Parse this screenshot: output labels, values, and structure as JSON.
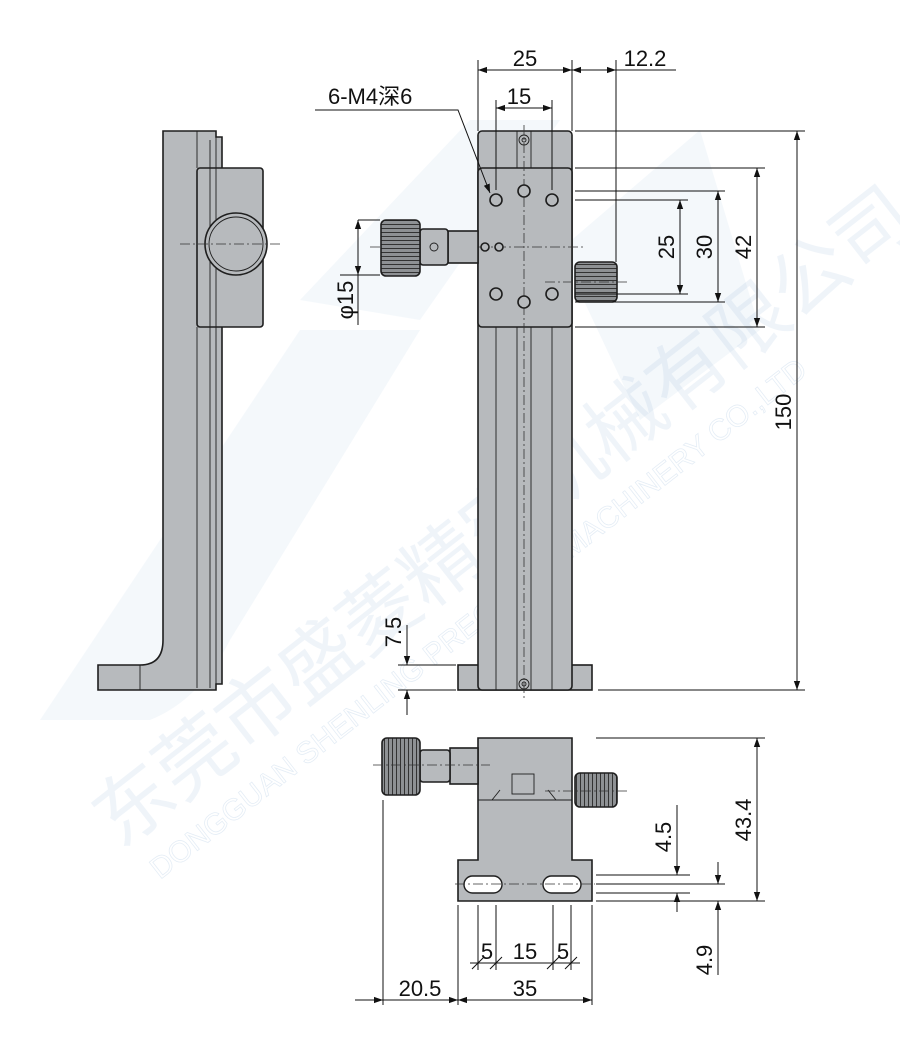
{
  "watermark": {
    "company_cn": "东莞市盛菱精密机械有限公司",
    "company_en": "DONGGUAN SHENLING PRECISION MACHINERY CO.,LTD",
    "color": "#2d6fb5"
  },
  "colors": {
    "part_fill": "#b7babd",
    "knob_fill": "#8e9194",
    "line": "#1e1e1e"
  },
  "callout": {
    "holes": "6-M4深6"
  },
  "dimensions": {
    "front_width": "25",
    "hole_spacing_x": "15",
    "knob_offset": "12.2",
    "hole_spacing_y": "25",
    "hole_outer_y": "30",
    "stage_length": "42",
    "total_height": "150",
    "knob_diameter": "φ15",
    "base_thickness": "7.5",
    "total_depth": "43.4",
    "slot_width": "4.5",
    "slot_offset": "4.9",
    "slot_left": "5",
    "slot_spacing": "15",
    "slot_right": "5",
    "knob_protrusion": "20.5",
    "base_width": "35"
  }
}
